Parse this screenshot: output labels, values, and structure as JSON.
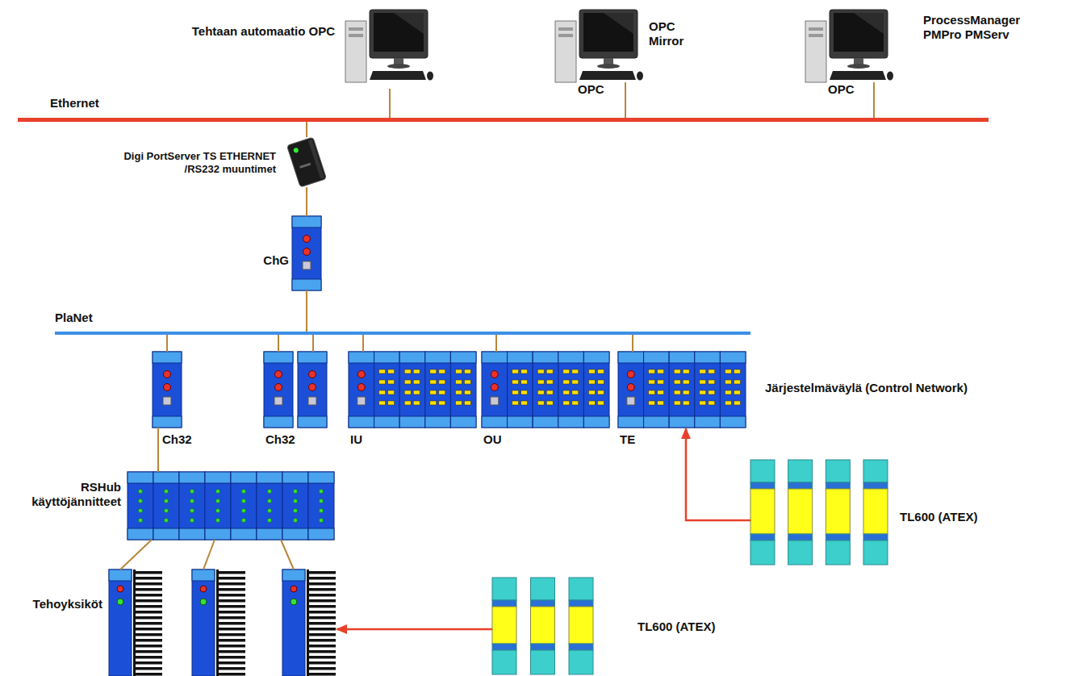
{
  "diagram": {
    "nodes": [
      {
        "text": [
          "Tehtaan automaatio OPC"
        ]
      },
      {
        "text": [
          "OPC Mirror",
          "OPC"
        ]
      },
      {
        "text": [
          "ProcessManager PMPro PMServ",
          "OPC"
        ]
      },
      {
        "text": [
          "Ethernet"
        ]
      },
      {
        "text": [
          "Digi PortServer TS ETHERNET /RS232 muuntimet"
        ]
      },
      {
        "text": [
          "ChG"
        ]
      },
      {
        "text": [
          "PlaNet"
        ]
      },
      {
        "text": [
          "Ch32"
        ]
      },
      {
        "text": [
          "Ch32"
        ]
      },
      {
        "text": [
          "IU"
        ]
      },
      {
        "text": [
          "OU"
        ]
      },
      {
        "text": [
          "TE"
        ]
      },
      {
        "text": [
          "RSHub käyttöjännitteet"
        ]
      },
      {
        "text": [
          "Tehoyksiköt"
        ]
      },
      {
        "text": []
      },
      {
        "text": []
      },
      {
        "text": [
          "TL600 (ATEX)"
        ]
      },
      {
        "text": [
          "TL600 (ATEX)"
        ]
      }
    ],
    "edges": [
      {
        "from": 3,
        "to": 0,
        "arrow": "none"
      },
      {
        "from": 3,
        "to": 1,
        "arrow": "none"
      },
      {
        "from": 3,
        "to": 2,
        "arrow": "none"
      },
      {
        "from": 3,
        "to": 4,
        "arrow": "none"
      },
      {
        "from": 4,
        "to": 5,
        "arrow": "none"
      },
      {
        "from": 5,
        "to": 6,
        "arrow": "none"
      },
      {
        "from": 6,
        "to": 7,
        "arrow": "none"
      },
      {
        "from": 6,
        "to": 8,
        "arrow": "none"
      },
      {
        "from": 6,
        "to": 8,
        "arrow": "none"
      },
      {
        "from": 6,
        "to": 9,
        "arrow": "none"
      },
      {
        "from": 6,
        "to": 10,
        "arrow": "none"
      },
      {
        "from": 6,
        "to": 11,
        "arrow": "none"
      },
      {
        "from": 7,
        "to": 12,
        "arrow": "none"
      },
      {
        "from": 12,
        "to": 13,
        "arrow": "none"
      },
      {
        "from": 12,
        "to": 14,
        "arrow": "none"
      },
      {
        "from": 12,
        "to": 15,
        "arrow": "none"
      },
      {
        "from": 17,
        "to": 11,
        "arrow": "to"
      },
      {
        "from": 16,
        "to": 15,
        "arrow": "to"
      }
    ],
    "labels": [
      "Järjestelmäväylä (Control Network)"
    ]
  }
}
